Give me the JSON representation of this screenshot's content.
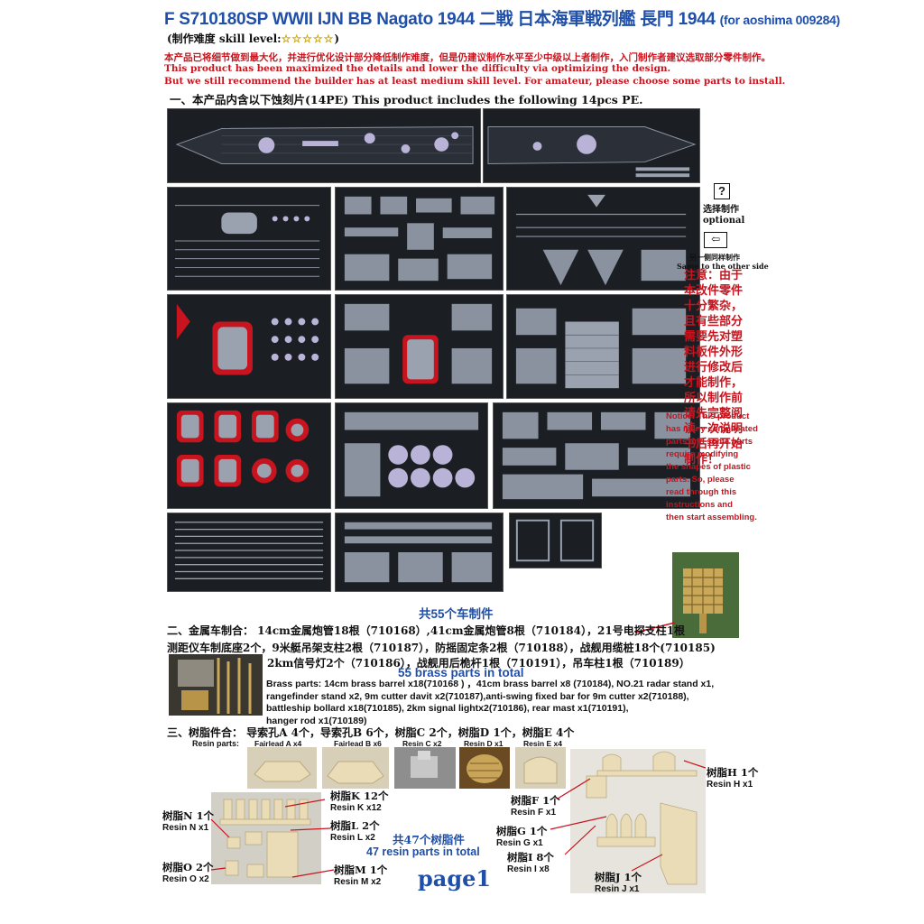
{
  "header": {
    "title_main": "F S710180SP WWII IJN BB Nagato 1944  二戦 日本海軍戦列艦 長門 1944",
    "title_small": "(for aoshima 009284)",
    "skill_label": "(制作难度 skill level:",
    "skill_stars": "☆☆☆☆☆",
    "skill_close": ")",
    "red_line_1": "本产品已将细节做到最大化，并进行优化设计部分降低制作难度，但是仍建议制作水平至少中级以上者制作，入门制作者建议选取部分零件制作。",
    "red_line_2": "This product has been maximized the details and lower the difficulty via optimizing the design.",
    "red_line_3": "But we still recommend the builder has at least medium skill level. For amateur, please choose some parts to install."
  },
  "section1": {
    "label": "一、本产品内含以下蚀刻片(14PE) This product includes the following 14pcs PE."
  },
  "legend": {
    "optional_icon": "?",
    "optional_cn": "选择制作",
    "optional_en": "optional",
    "same_cn": "另一侧同样制作",
    "same_en": "Same to the other side"
  },
  "notice": {
    "cn": "注意：由于本改件零件十分繁杂，且有些部分需要先对塑料板件外形进行修改后才能制作，所以制作前请先完整阅读一次说明书后再开始制作！",
    "en_lines": [
      "Notice: This product",
      "has many complicated",
      "parts and some parts",
      "require modifying",
      "the shapes of plastic",
      "parts. So, please",
      "read through this",
      "instructions and",
      "then start assembling."
    ]
  },
  "section2": {
    "total_cn": "共55个车制件",
    "cn_lines": [
      "二、金属车制合：  14cm金属炮管18根（710168）,41cm金属炮管8根（710184），21号电探支柱1根",
      "测距仪车制底座2个，9米艇吊架支柱2根（710187），防摇固定条2根（710188），战舰用缆桩18个(710185)",
      "2km信号灯2个（710186），战舰用后桅杆1根（710191），吊车柱1根（710189）"
    ],
    "total_en": "55 brass parts in total",
    "en_lines": [
      "Brass parts: 14cm brass barrel x18(710168 ) ，41cm brass barrel x8 (710184), NO.21 radar stand x1,",
      "rangefinder stand x2, 9m cutter davit x2(710187),anti-swing fixed bar for 9m cutter x2(710188),",
      "battleship bollard x18(710185), 2km signal lightx2(710186), rear mast x1(710191),",
      "hanger rod x1(710189)"
    ]
  },
  "section3": {
    "cn_line": "三、树脂件合：  导索孔A 4个，导索孔B 6个，树脂C 2个，树脂D 1个，树脂E 4个",
    "label_en": "Resin parts:",
    "top_labels": [
      "Fairlead A x4",
      "Fairlead B x6",
      "Resin C x2",
      "Resin D x1",
      "Resin E x4"
    ],
    "left_labels": [
      {
        "cn": "树脂N 1个",
        "en": "Resin N x1"
      },
      {
        "cn": "树脂K 12个",
        "en": "Resin K x12"
      },
      {
        "cn": "树脂L 2个",
        "en": "Resin L x2"
      },
      {
        "cn": "树脂O 2个",
        "en": "Resin O x2"
      },
      {
        "cn": "树脂M 1个",
        "en": "Resin M x2"
      }
    ],
    "right_labels": [
      {
        "cn": "树脂H 1个",
        "en": "Resin H x1"
      },
      {
        "cn": "树脂F 1个",
        "en": "Resin F x1"
      },
      {
        "cn": "树脂G 1个",
        "en": "Resin G x1"
      },
      {
        "cn": "树脂I 8个",
        "en": "Resin I x8"
      },
      {
        "cn": "树脂J 1个",
        "en": "Resin J x1"
      }
    ],
    "total_cn": "共47个树脂件",
    "total_en": "47 resin parts in total"
  },
  "footer": {
    "page": "page1"
  },
  "colors": {
    "title_blue": "#1f4fa8",
    "warning_red": "#c8141e",
    "sheet_bg": "#1b1f24",
    "part_lilac": "#b9b3d8",
    "part_red": "#c8141e",
    "resin": "#e9dcb6"
  }
}
